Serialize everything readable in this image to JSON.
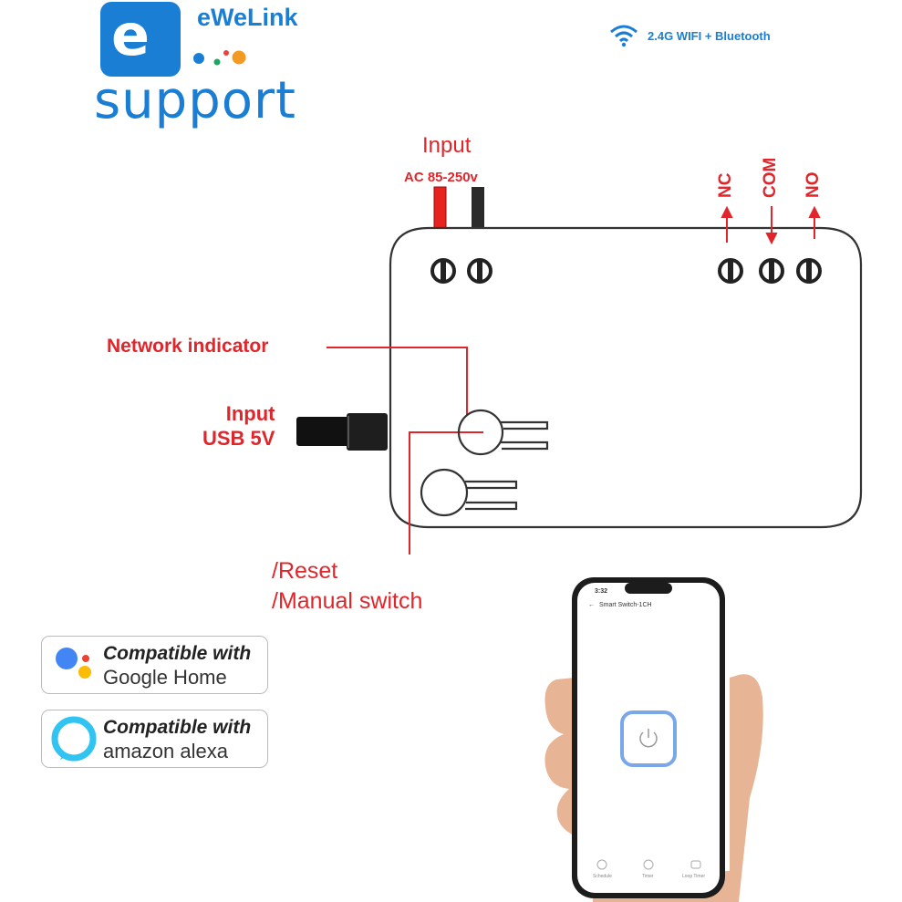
{
  "brand": {
    "logo_letter": "e",
    "name": "eWeLink",
    "support": "support",
    "color": "#1a7fd4"
  },
  "connectivity": {
    "icon": "wifi-icon",
    "text": "2.4G WIFI + Bluetooth"
  },
  "labels": {
    "input_top": "Input",
    "ac_range": "AC 85-250v",
    "terminal_nc": "NC",
    "terminal_com": "COM",
    "terminal_no": "NO",
    "network_indicator": "Network indicator",
    "usb_line1": "Input",
    "usb_line2": "USB 5V",
    "reset_line1": "/Reset",
    "reset_line2": "/Manual switch"
  },
  "badges": [
    {
      "line1": "Compatible with",
      "line2": "Google Home",
      "icon": "google-assistant-icon"
    },
    {
      "line1": "Compatible with",
      "line2": "amazon alexa",
      "icon": "alexa-icon"
    }
  ],
  "phone": {
    "time": "3:32",
    "title": "Smart Switch-1CH",
    "tabs": [
      "Schedule",
      "Timer",
      "Loop Timer"
    ],
    "power_icon": "power-icon"
  },
  "colors": {
    "label_red": "#e0262b",
    "wire_red": "#e8221f",
    "wire_black": "#2a2a2a"
  }
}
